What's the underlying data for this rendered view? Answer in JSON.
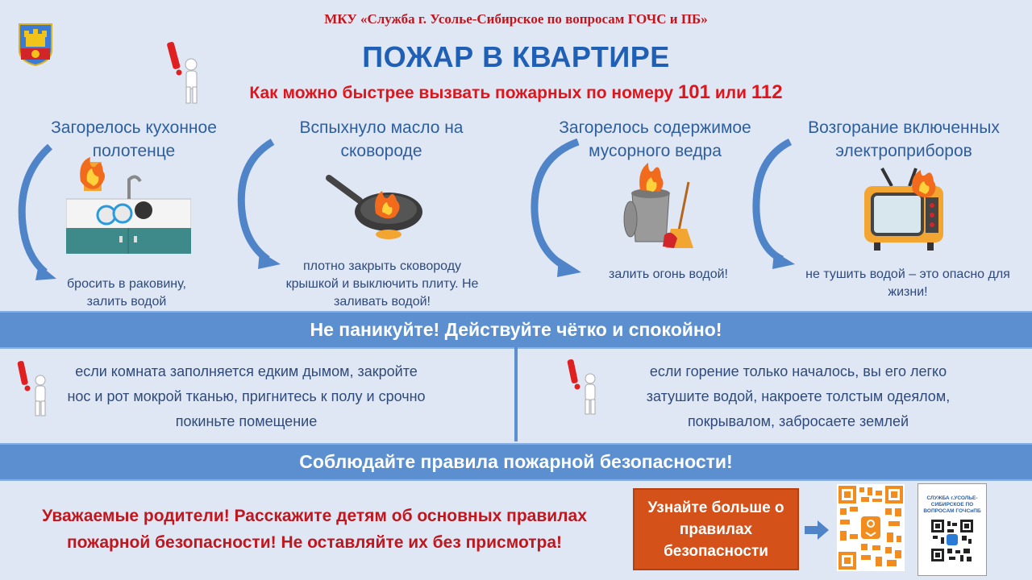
{
  "header": {
    "org": "МКУ «Служба г. Усолье-Сибирское по вопросам ГОЧС и ПБ»",
    "title": "ПОЖАР В КВАРТИРЕ",
    "subtitle_text": "Как можно быстрее вызвать пожарных по номеру",
    "num1": "101",
    "or": "или",
    "num2": "112"
  },
  "scenarios": [
    {
      "title": "Загорелось кухонное полотенце",
      "action": "бросить в раковину, залить водой"
    },
    {
      "title": "Вспыхнуло масло на сковороде",
      "action": "плотно закрыть сковороду крышкой и выключить плиту. Не заливать водой!"
    },
    {
      "title": "Загорелось содержимое мусорного ведра",
      "action": "залить огонь водой!"
    },
    {
      "title": "Возгорание включенных электроприборов",
      "action": "не тушить водой – это опасно для жизни!"
    }
  ],
  "band1": "Не паникуйте! Действуйте чётко и спокойно!",
  "tips": [
    "если комната заполняется едким дымом, закройте нос и рот мокрой тканью, пригнитесь к полу и срочно покиньте помещение",
    "если горение только началось, вы его легко затушите водой, накроете толстым одеялом, покрывалом, забросаете землей"
  ],
  "band2": "Соблюдайте правила пожарной безопасности!",
  "parents": "Уважаемые родители! Расскажите детям об основных правилах пожарной безопасности! Не оставляйте их без присмотра!",
  "learn_more": "Узнайте больше о правилах безопасности",
  "qr2_caption": "СЛУЖБА г.УСОЛЬЕ-СИБИРСКОЕ ПО ВОПРОСАМ ГОЧСиПБ",
  "colors": {
    "red": "#c0161d",
    "blue": "#1f5fb5",
    "band": "#5b8fd0",
    "orange": "#d4521a"
  }
}
